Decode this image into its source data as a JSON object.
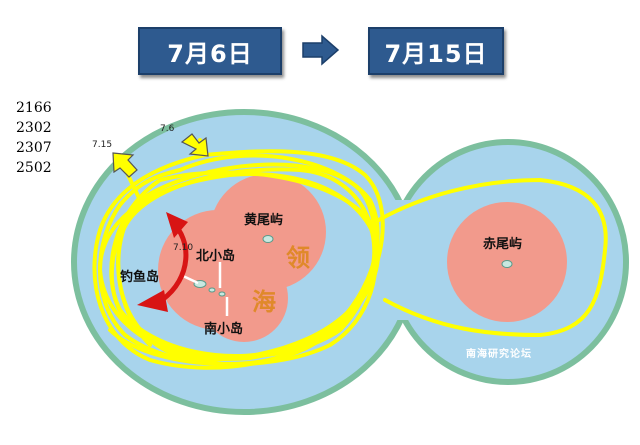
{
  "title": {
    "date_from": "7月6日",
    "date_to": "7月15日"
  },
  "ship_ids": [
    "2166",
    "2302",
    "2307",
    "2502"
  ],
  "map": {
    "islands": {
      "huangwei": "黄尾屿",
      "beixiao": "北小岛",
      "diaoyu": "钓鱼岛",
      "nanxiao": "南小岛",
      "chiwei": "赤尾屿"
    },
    "territorial_sea_chars": [
      "领",
      "海"
    ],
    "date_markers": {
      "exit": "7.15",
      "entry": "7.6",
      "closest": "7.10"
    },
    "watermark": "南海研究论坛"
  },
  "colors": {
    "outer_zone": "#a8d4ec",
    "outer_border": "#7cbf9e",
    "territorial_sea": "#f29a8c",
    "track": "#ffff00",
    "date_box": "#2e5a8f",
    "red_arrow": "#d81414"
  }
}
